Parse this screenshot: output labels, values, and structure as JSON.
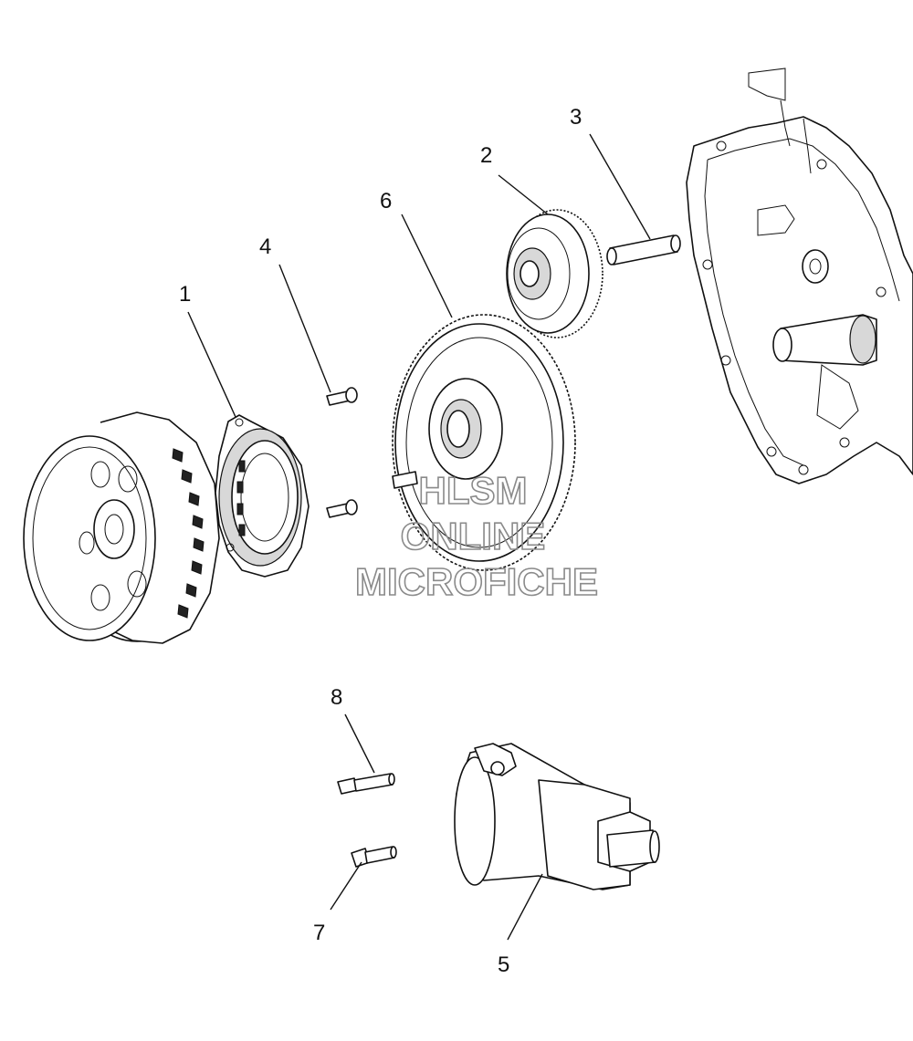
{
  "callouts": {
    "c1": "1",
    "c2": "2",
    "c3": "3",
    "c4": "4",
    "c5": "5",
    "c6": "6",
    "c7": "7",
    "c8": "8"
  },
  "watermark": {
    "line1": "HLSM",
    "line2": "ONLINE",
    "line3": "MICROFICHE"
  }
}
